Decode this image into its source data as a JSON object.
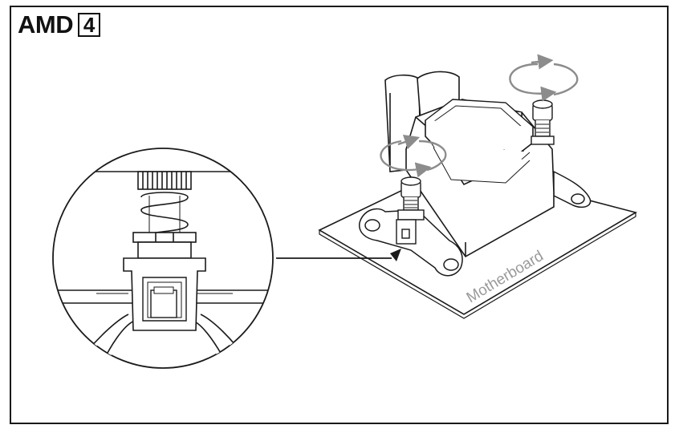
{
  "header": {
    "brand": "AMD",
    "step_number": "4"
  },
  "labels": {
    "board": "Motherboard"
  },
  "colors": {
    "line": "#1a1a1a",
    "arrow_gray": "#8c8c8c",
    "board_text": "#9a9a9a"
  },
  "icons": [
    "rotate-arrows-icon",
    "zoom-callout-icon",
    "pointer-arrow-icon"
  ]
}
